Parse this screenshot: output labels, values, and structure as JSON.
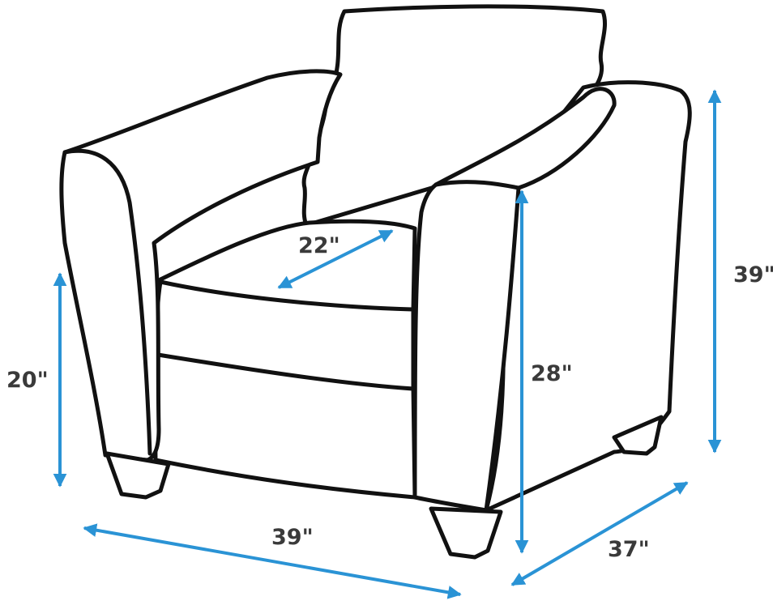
{
  "colors": {
    "accent": "#2a93d5",
    "outline": "#111111",
    "label": "#3a3a3a"
  },
  "dimensions": {
    "arm_height": "20\"",
    "seat_depth": "22\"",
    "back_height": "28\"",
    "total_height": "39\"",
    "width": "39\"",
    "depth": "37\""
  }
}
